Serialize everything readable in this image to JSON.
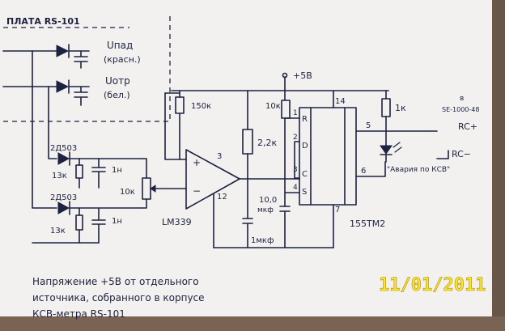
{
  "board_title": "ПЛАТА RS-101",
  "labels": {
    "u_pad": "Uпад",
    "u_pad_color": "(красн.)",
    "u_otr": "Uотр",
    "u_otr_color": "(бел.)",
    "supply": "+5В",
    "r150k": "150к",
    "r10k_top": "10к",
    "r1k": "1к",
    "r22k": "2,2к",
    "diode1": "2Д503",
    "diode2": "2Д503",
    "r13k_1": "13к",
    "r13k_2": "13к",
    "c1h_1": "1н",
    "c1h_2": "1н",
    "pot10k": "10к",
    "comparator": "LM339",
    "pin3": "3",
    "pin12": "12",
    "pin_plus": "+",
    "pin_minus": "−",
    "cap_10": "10,0",
    "cap_10_unit": "мкф",
    "cap_1": "1мкф",
    "chip": "155ТМ2",
    "chip_pins": {
      "p1": "1",
      "p2": "2",
      "p3": "3",
      "p4": "4",
      "p5": "5",
      "p6": "6",
      "p7": "7",
      "p14": "14"
    },
    "chip_r": "R",
    "chip_d": "D",
    "chip_c": "C",
    "chip_s": "S",
    "dest_b": "в",
    "dest_se": "SE-1000-48",
    "rc_plus": "RC+",
    "rc_minus": "RC−",
    "led_note": "\"Авария по КСВ\""
  },
  "note_lines": [
    "Напряжение +5В от отдельного",
    "источника, собранного в корпусе",
    "КСВ-метра RS-101"
  ],
  "date_stamp": "11/01/2011",
  "colors": {
    "paper": "#f2f1ef",
    "ink": "#1d2240",
    "stamp": "#f7e62a",
    "background": "#5b4a3c"
  }
}
